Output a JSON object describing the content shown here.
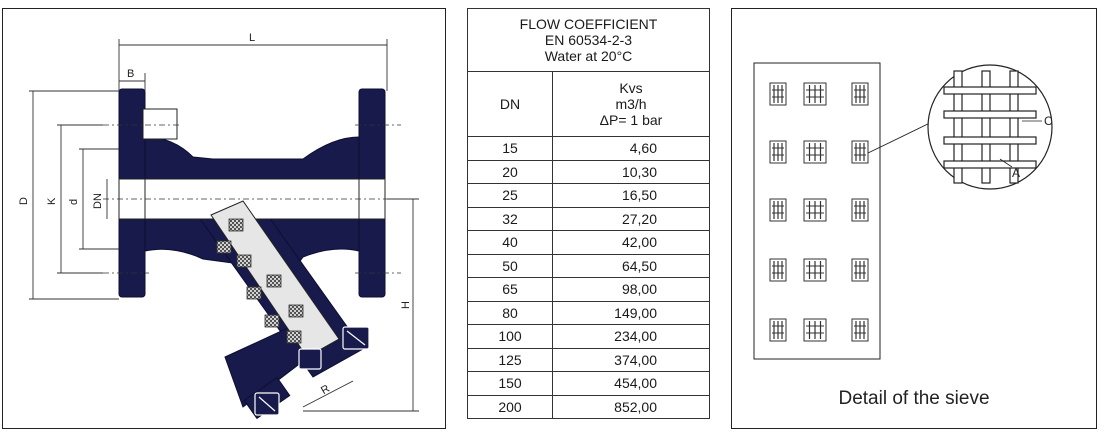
{
  "drawing": {
    "dim_L": "L",
    "dim_B": "B",
    "dim_D": "D",
    "dim_K": "K",
    "dim_d": "d",
    "dim_DN": "DN",
    "dim_H": "H",
    "dim_R": "R",
    "colors": {
      "body": "#171a4a",
      "body_light": "#2a2f6b",
      "line": "#222222",
      "screen": "#d9d9d9"
    }
  },
  "table": {
    "title_lines": [
      "FLOW COEFFICIENT",
      "EN 60534-2-3",
      "Water at 20°C"
    ],
    "col_dn": "DN",
    "col_kvs_lines": [
      "Kvs",
      "m3/h",
      "ΔP= 1 bar"
    ],
    "rows": [
      {
        "dn": "15",
        "kvs": "4,60"
      },
      {
        "dn": "20",
        "kvs": "10,30"
      },
      {
        "dn": "25",
        "kvs": "16,50"
      },
      {
        "dn": "32",
        "kvs": "27,20"
      },
      {
        "dn": "40",
        "kvs": "42,00"
      },
      {
        "dn": "50",
        "kvs": "64,50"
      },
      {
        "dn": "65",
        "kvs": "98,00"
      },
      {
        "dn": "80",
        "kvs": "149,00"
      },
      {
        "dn": "100",
        "kvs": "234,00"
      },
      {
        "dn": "125",
        "kvs": "374,00"
      },
      {
        "dn": "150",
        "kvs": "454,00"
      },
      {
        "dn": "200",
        "kvs": "852,00"
      }
    ]
  },
  "sieve": {
    "label_C": "C",
    "label_A": "A",
    "caption": "Detail of the sieve"
  }
}
